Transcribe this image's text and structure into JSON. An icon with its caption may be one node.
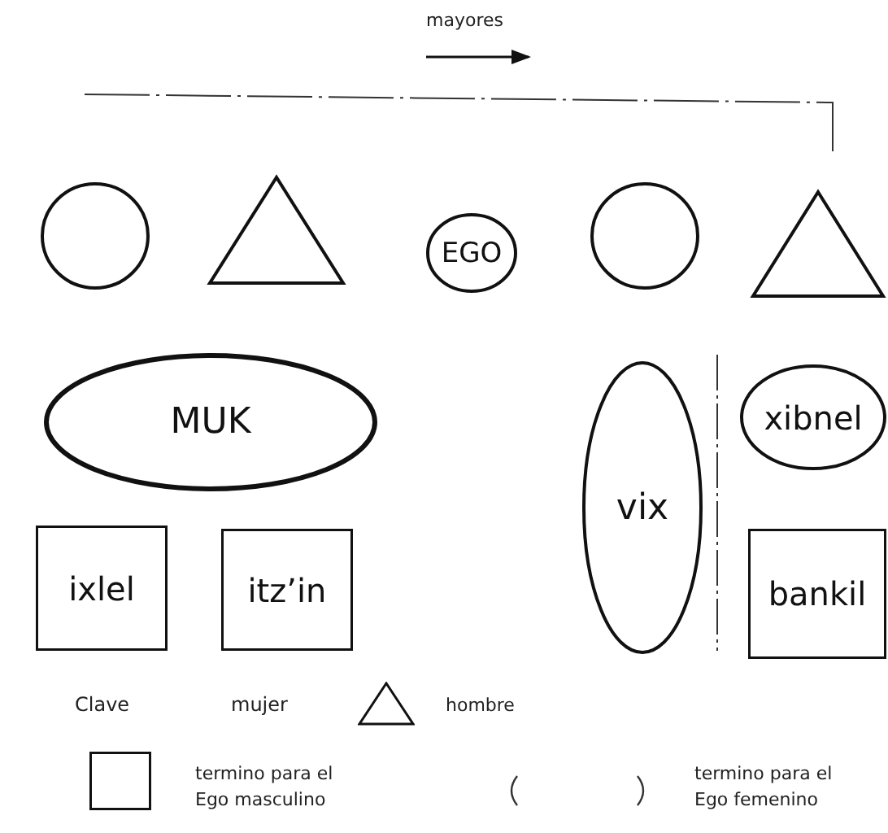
{
  "diagram": {
    "nodes": [
      {
        "text": [],
        "shape": "circle"
      },
      {
        "text": [],
        "shape": "triangle"
      },
      {
        "text": [
          "EGO"
        ]
      },
      {
        "text": [],
        "shape": "circle"
      },
      {
        "text": [],
        "shape": "triangle"
      },
      {
        "text": [
          "MUK"
        ]
      },
      {
        "text": [
          "vix"
        ]
      },
      {
        "text": [
          "xibnel"
        ]
      },
      {
        "text": [
          "ixlel"
        ]
      },
      {
        "text": [
          "itz’in"
        ]
      },
      {
        "text": [
          "bankil"
        ]
      }
    ],
    "edges": [],
    "labels": [
      "mayores",
      "Clave",
      "mujer"
    ],
    "legend": [
      {
        "text": "hombre"
      },
      {
        "text": "termino para el Ego masculino"
      },
      {
        "text": "termino para el Ego femenino"
      }
    ]
  }
}
